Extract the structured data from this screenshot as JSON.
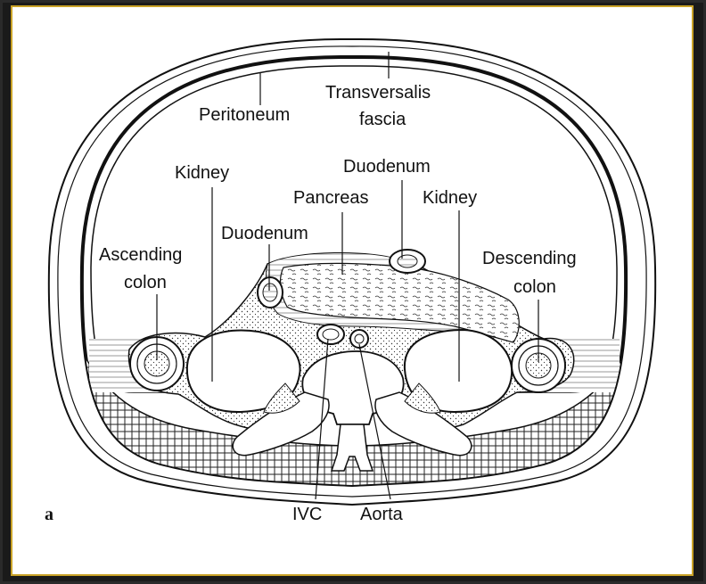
{
  "diagram": {
    "labels": {
      "transversalis_line1": "Transversalis",
      "transversalis_line2": "fascia",
      "peritoneum": "Peritoneum",
      "kidney_left": "Kidney",
      "duodenum_top": "Duodenum",
      "pancreas": "Pancreas",
      "kidney_right": "Kidney",
      "duodenum_mid": "Duodenum",
      "ascending_line1": "Ascending",
      "ascending_line2": "colon",
      "descending_line1": "Descending",
      "descending_line2": "colon",
      "ivc": "IVC",
      "aorta": "Aorta",
      "panel_letter": "a"
    }
  }
}
